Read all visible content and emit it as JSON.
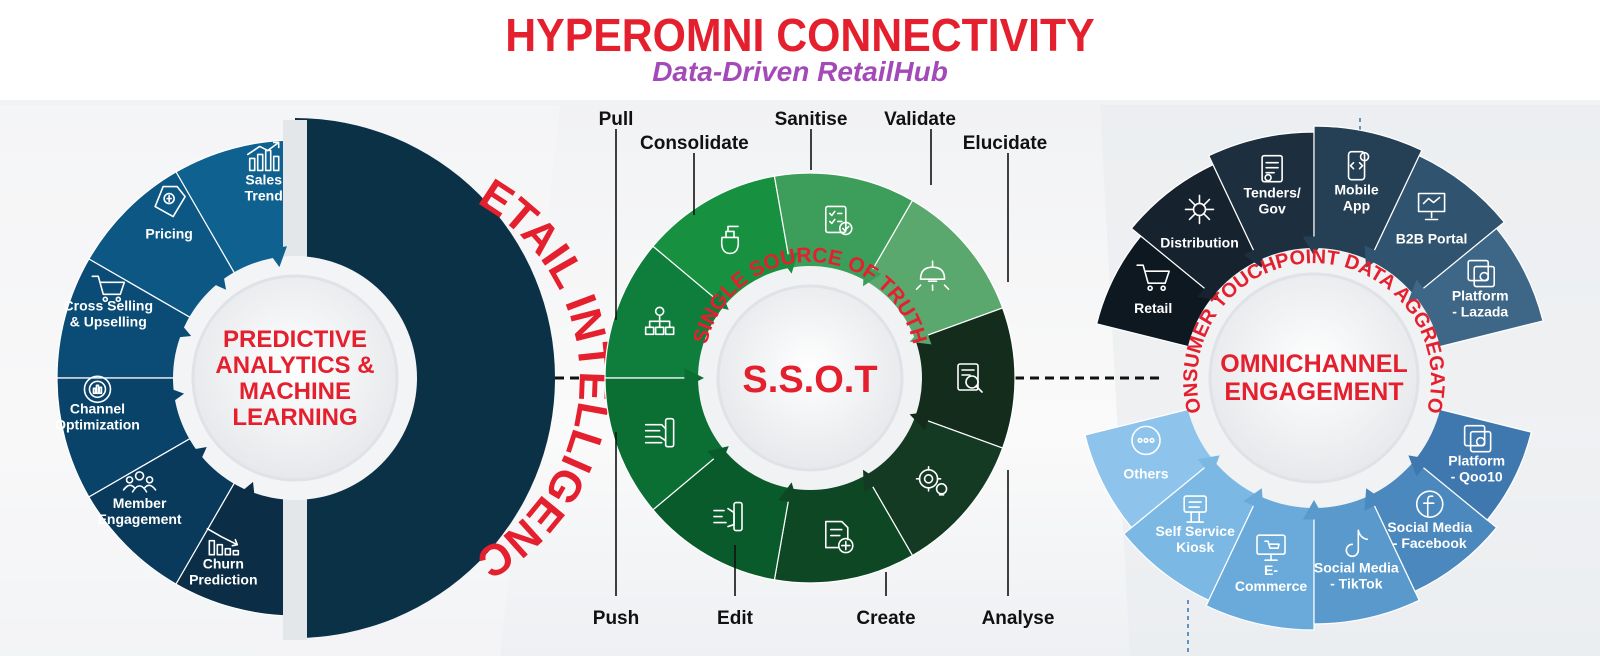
{
  "header": {
    "title": "HYPEROMNI CONNECTIVITY",
    "subtitle": "Data-Driven RetailHub"
  },
  "left_wheel": {
    "ring_label": "RETAIL INTELLIGENCE",
    "center_lines": [
      "PREDICTIVE",
      "ANALYTICS &",
      "MACHINE",
      "LEARNING"
    ],
    "segments": [
      {
        "lines": [
          "Sales",
          "Trend"
        ],
        "icon": "bar-chart-up-icon",
        "color": "#0f6290"
      },
      {
        "lines": [
          "Pricing"
        ],
        "icon": "price-tag-icon",
        "color": "#0d5784"
      },
      {
        "lines": [
          "Cross Selling",
          "& Upselling"
        ],
        "icon": "shopping-cart-icon",
        "color": "#0b4c76"
      },
      {
        "lines": [
          "Channel",
          "Optimization"
        ],
        "icon": "gear-chart-icon",
        "color": "#0a4369"
      },
      {
        "lines": [
          "Member",
          "Engagement"
        ],
        "icon": "people-group-icon",
        "color": "#093a5b"
      },
      {
        "lines": [
          "Churn",
          "Prediction"
        ],
        "icon": "bar-chart-down-icon",
        "color": "#0b2d45"
      }
    ],
    "ring_color": "#0b3146"
  },
  "center_wheel": {
    "ring_label": "SINGLE SOURCE OF TRUTH",
    "center_label": "S.S.O.T",
    "segments": [
      {
        "icon": "data-flow-icon",
        "color": "#0f7e3c"
      },
      {
        "icon": "spray-bottle-icon",
        "color": "#17913f"
      },
      {
        "icon": "checklist-icon",
        "color": "#3d9d5a"
      },
      {
        "icon": "lamp-icon",
        "color": "#5aa86e"
      },
      {
        "icon": "document-search-icon",
        "color": "#132c1c"
      },
      {
        "icon": "gear-bulb-icon",
        "color": "#143a23"
      },
      {
        "icon": "document-add-icon",
        "color": "#0d4724"
      },
      {
        "icon": "push-hand-icon",
        "color": "#0a5b2c"
      },
      {
        "icon": "pull-hand-icon",
        "color": "#0b6e33"
      }
    ],
    "steps_top": [
      "Pull",
      "Consolidate",
      "Sanitise",
      "Validate",
      "Elucidate"
    ],
    "steps_bottom": [
      "Push",
      "Edit",
      "Create",
      "Analyse"
    ]
  },
  "right_wheel": {
    "ring_label": "CONSUMER TOUCHPOINT DATA AGGREGATOR",
    "center_lines": [
      "OMNICHANNEL",
      "ENGAGEMENT"
    ],
    "top_segments": [
      {
        "lines": [
          "Retail"
        ],
        "icon": "shopping-cart-icon",
        "color": "#0d1820"
      },
      {
        "lines": [
          "Distribution"
        ],
        "icon": "network-box-icon",
        "color": "#16222d"
      },
      {
        "lines": [
          "Tenders/",
          "Gov"
        ],
        "icon": "tender-document-icon",
        "color": "#1d2f3e"
      },
      {
        "lines": [
          "Mobile",
          "App"
        ],
        "icon": "mobile-code-icon",
        "color": "#253f55"
      },
      {
        "lines": [
          "B2B Portal"
        ],
        "icon": "presentation-board-icon",
        "color": "#30536f"
      },
      {
        "lines": [
          "Platform",
          "- Lazada"
        ],
        "icon": "platform-window-icon",
        "color": "#3e6687"
      }
    ],
    "bottom_segments": [
      {
        "lines": [
          "Others"
        ],
        "icon": "more-dots-icon",
        "color": "#8ec4ec"
      },
      {
        "lines": [
          "Self Service",
          "Kiosk"
        ],
        "icon": "kiosk-icon",
        "color": "#7cb8e4"
      },
      {
        "lines": [
          "E-",
          "Commerce"
        ],
        "icon": "ecommerce-monitor-icon",
        "color": "#69aadb"
      },
      {
        "lines": [
          "Social Media",
          "- TikTok"
        ],
        "icon": "tiktok-icon",
        "color": "#5999cb"
      },
      {
        "lines": [
          "Social Media",
          "- Facebook"
        ],
        "icon": "facebook-icon",
        "color": "#4b88bd"
      },
      {
        "lines": [
          "Platform",
          "- Qoo10"
        ],
        "icon": "platform-window-icon",
        "color": "#3f78ae"
      }
    ]
  },
  "colors": {
    "accent_red": "#e5202e",
    "subtitle_purple": "#a34ab8"
  }
}
